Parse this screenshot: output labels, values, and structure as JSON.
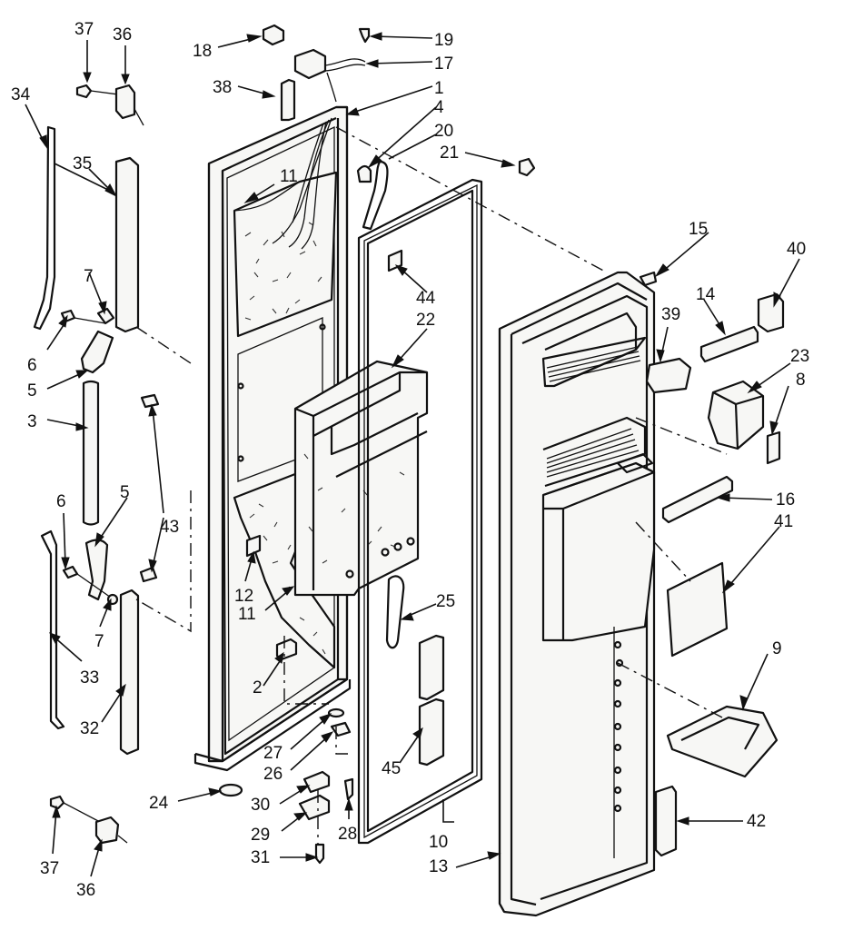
{
  "callouts": [
    {
      "id": "c1",
      "text": "1"
    },
    {
      "id": "c2",
      "text": "2"
    },
    {
      "id": "c3",
      "text": "3"
    },
    {
      "id": "c4",
      "text": "4"
    },
    {
      "id": "c5a",
      "text": "5"
    },
    {
      "id": "c5b",
      "text": "5"
    },
    {
      "id": "c6a",
      "text": "6"
    },
    {
      "id": "c6b",
      "text": "6"
    },
    {
      "id": "c7a",
      "text": "7"
    },
    {
      "id": "c7b",
      "text": "7"
    },
    {
      "id": "c8",
      "text": "8"
    },
    {
      "id": "c9",
      "text": "9"
    },
    {
      "id": "c10",
      "text": "10"
    },
    {
      "id": "c11a",
      "text": "11"
    },
    {
      "id": "c11b",
      "text": "11"
    },
    {
      "id": "c12",
      "text": "12"
    },
    {
      "id": "c13",
      "text": "13"
    },
    {
      "id": "c14",
      "text": "14"
    },
    {
      "id": "c15",
      "text": "15"
    },
    {
      "id": "c16",
      "text": "16"
    },
    {
      "id": "c17",
      "text": "17"
    },
    {
      "id": "c18",
      "text": "18"
    },
    {
      "id": "c19",
      "text": "19"
    },
    {
      "id": "c20",
      "text": "20"
    },
    {
      "id": "c21",
      "text": "21"
    },
    {
      "id": "c22",
      "text": "22"
    },
    {
      "id": "c23",
      "text": "23"
    },
    {
      "id": "c24",
      "text": "24"
    },
    {
      "id": "c25",
      "text": "25"
    },
    {
      "id": "c26",
      "text": "26"
    },
    {
      "id": "c27",
      "text": "27"
    },
    {
      "id": "c28",
      "text": "28"
    },
    {
      "id": "c29",
      "text": "29"
    },
    {
      "id": "c30",
      "text": "30"
    },
    {
      "id": "c31",
      "text": "31"
    },
    {
      "id": "c32",
      "text": "32"
    },
    {
      "id": "c33",
      "text": "33"
    },
    {
      "id": "c34",
      "text": "34"
    },
    {
      "id": "c35",
      "text": "35"
    },
    {
      "id": "c36a",
      "text": "36"
    },
    {
      "id": "c36b",
      "text": "36"
    },
    {
      "id": "c37a",
      "text": "37"
    },
    {
      "id": "c37b",
      "text": "37"
    },
    {
      "id": "c38",
      "text": "38"
    },
    {
      "id": "c39",
      "text": "39"
    },
    {
      "id": "c40",
      "text": "40"
    },
    {
      "id": "c41",
      "text": "41"
    },
    {
      "id": "c42",
      "text": "42"
    },
    {
      "id": "c43",
      "text": "43"
    },
    {
      "id": "c44",
      "text": "44"
    },
    {
      "id": "c45",
      "text": "45"
    }
  ]
}
